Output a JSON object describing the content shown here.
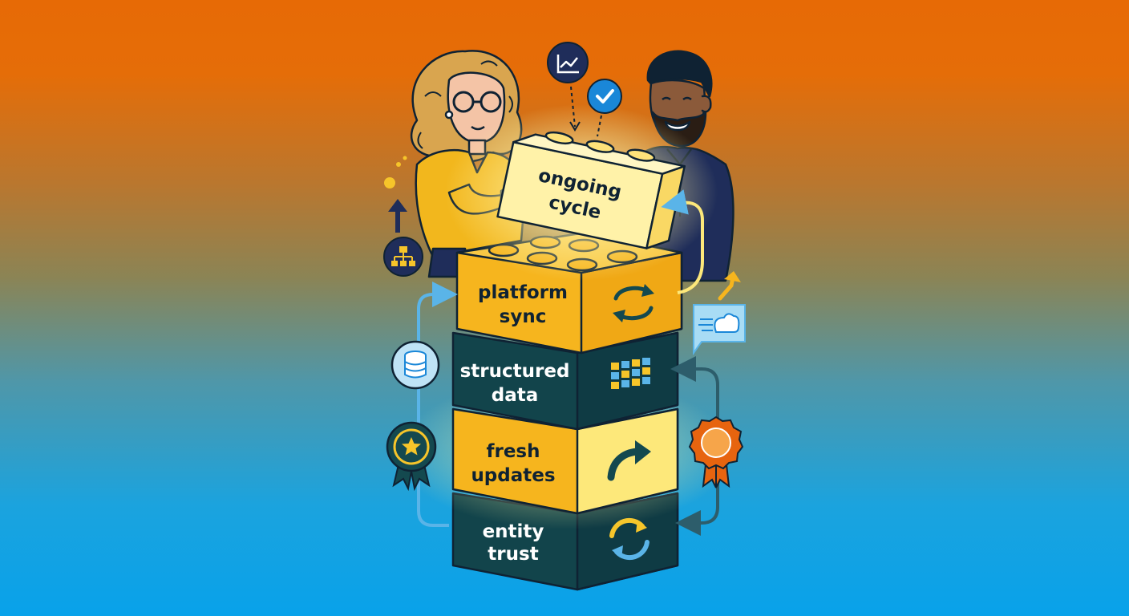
{
  "blocks": {
    "top": {
      "line1": "ongoing",
      "line2": "cycle"
    },
    "platform": {
      "line1": "platform",
      "line2": "sync"
    },
    "structured": {
      "line1": "structured",
      "line2": "data"
    },
    "fresh": {
      "line1": "fresh",
      "line2": "updates"
    },
    "entity": {
      "line1": "entity",
      "line2": "trust"
    }
  },
  "colors": {
    "yellow": "#f6b51e",
    "light_yellow": "#fde87a",
    "teal": "#14494f",
    "navy": "#1f2d5a",
    "gold_top": "#f8c844",
    "blue_icon": "#1a87d8",
    "orange_badge": "#e7640f"
  },
  "icons": [
    "line-chart-icon",
    "checkmark-icon",
    "org-chart-icon",
    "database-icon",
    "star-badge-icon",
    "cloud-speed-icon",
    "award-ribbon-icon",
    "sync-arrows-icon",
    "grid-icon",
    "curved-arrow-icon",
    "refresh-arrows-icon"
  ]
}
